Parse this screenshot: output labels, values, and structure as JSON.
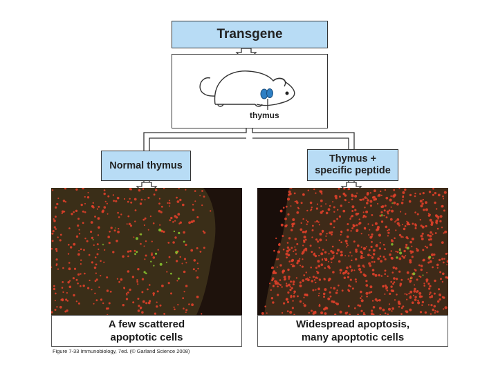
{
  "transgene": {
    "label": "Transgene"
  },
  "mouse": {
    "thymus_label": "thymus"
  },
  "branches": {
    "normal": {
      "label": "Normal thymus"
    },
    "peptide": {
      "line1": "Thymus +",
      "line2": "specific peptide"
    }
  },
  "captions": {
    "left": {
      "line1": "A few scattered",
      "line2": "apoptotic cells"
    },
    "right": {
      "line1": "Widespread apoptosis,",
      "line2": "many apoptotic cells"
    }
  },
  "credit": "Figure 7-33  Immunobiology, 7ed. (© Garland Science 2008)",
  "colors": {
    "box_fill": "#b8dcf5",
    "thymus": "#2e7fc4",
    "tissue_red": "#e0402a",
    "apoptotic_green": "#8ccc30"
  }
}
